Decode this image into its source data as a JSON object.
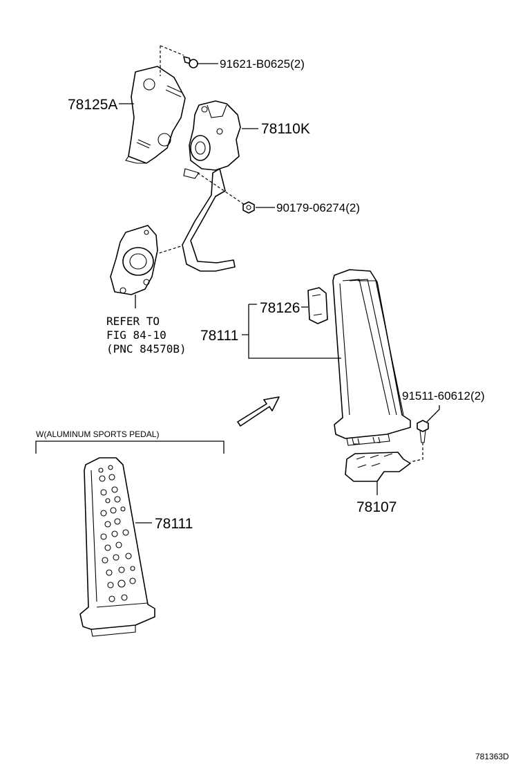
{
  "parts": {
    "bolt_a": "91621-B0625(2)",
    "bracket": "78125A",
    "sensor": "78110K",
    "nut": "90179-06274(2)",
    "pad_clip": "78126",
    "pedal": "78111",
    "bolt_b": "91511-60612(2)",
    "lower_bracket": "78107",
    "sport_pedal": "78111"
  },
  "refer_note": {
    "line1": "REFER TO",
    "line2": "FIG 84-10",
    "line3": "(PNC 84570B)"
  },
  "variant_label": "W(ALUMINUM SPORTS PEDAL)",
  "figure_code": "781363D"
}
